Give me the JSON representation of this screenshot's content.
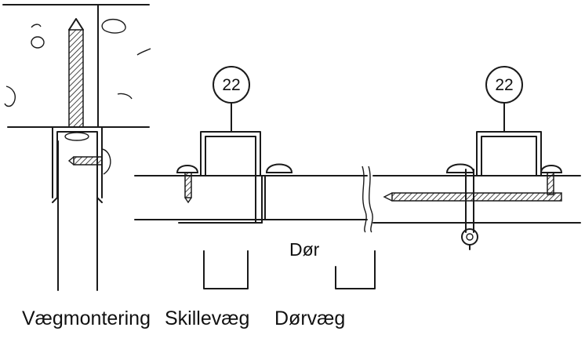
{
  "callouts": [
    {
      "label": "22"
    },
    {
      "label": "22"
    }
  ],
  "labels": {
    "door": "Dør",
    "captions": [
      "Vægmontering",
      "Skillevæg",
      "Dørvæg"
    ]
  },
  "colors": {
    "line": "#1a1a1a",
    "background": "#ffffff"
  }
}
